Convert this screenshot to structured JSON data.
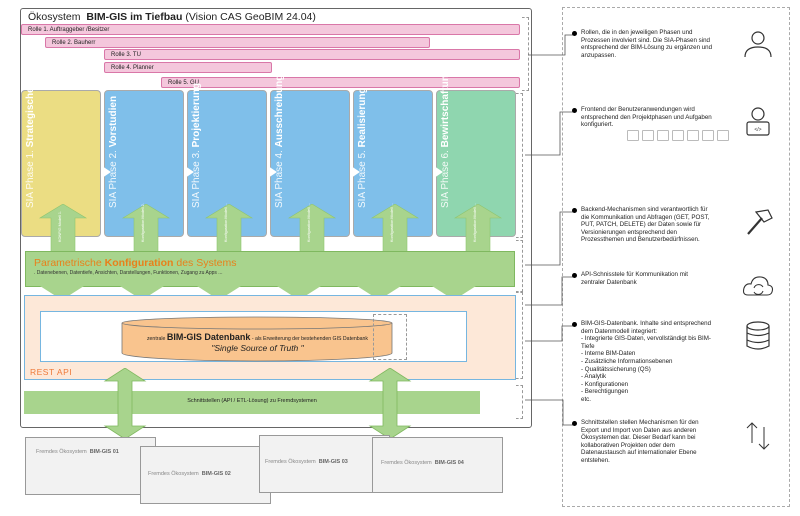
{
  "title": {
    "prefix": "Ökosystem",
    "bold": "BIM-GIS im Tiefbau",
    "suffix": "(Vision CAS GeoBIM 24.04)"
  },
  "roles": [
    {
      "label": "Rolle 1. Auftraggeber /Besitzer"
    },
    {
      "label": "Rolle 2. Bauherr"
    },
    {
      "label": "Rolle 3. TU"
    },
    {
      "label": "Rolle 4. Planner"
    },
    {
      "label": "Rolle 5. GU"
    }
  ],
  "phases": [
    {
      "prefix": "SIA Phase 1.",
      "name": "Strategische Planung",
      "color": "#ebdd83",
      "arrow_label": "KONFIG Modell 1."
    },
    {
      "prefix": "SIA Phase 2.",
      "name": "Vorstudien",
      "color": "#7fbfea",
      "arrow_label": "Konfiguration Modell 2."
    },
    {
      "prefix": "SIA Phase 3.",
      "name": "Projektierung",
      "color": "#7fbfea",
      "arrow_label": "Konfiguration Modell ..."
    },
    {
      "prefix": "SIA Phase 4.",
      "name": "Ausschreibung",
      "color": "#7fbfea",
      "arrow_label": "Konfiguration Modell ..."
    },
    {
      "prefix": "SIA Phase 5.",
      "name": "Realisierung",
      "color": "#7fbfea",
      "arrow_label": "Konfiguration Modell ..."
    },
    {
      "prefix": "SIA Phase 6.",
      "name": "Bewirtschaftung",
      "color": "#8fd6af",
      "arrow_label": "Konfiguration Modell ..."
    }
  ],
  "config": {
    "pre": "Parametrische ",
    "bold": "Konfiguration",
    "post": " des Systems",
    "sub": ". Datenebenen, Datentiefe, Ansichten, Darstellungen, Funktionen, Zugang zu Apps ..."
  },
  "database": {
    "pre": "zentrale ",
    "bold": "BIM-GIS Datenbank",
    "post": " - als Erweiterung der bestehenden GIS Datenbank",
    "tagline": "\"Single Source of Truth \""
  },
  "rest_api": "REST  API",
  "interfaces": "Schnittstellen (API / ETL-Lösung) zu Fremdsystemen",
  "foreign_systems": [
    {
      "pre": "Fremdes Ökosystem",
      "bold": "BIM-GIS 01"
    },
    {
      "pre": "Fremdes Ökosystem",
      "bold": "BIM-GIS 02"
    },
    {
      "pre": "Fremdes Ökosystem",
      "bold": "BIM-GIS 03"
    },
    {
      "pre": "Fremdes Ökosystem",
      "bold": "BIM-GIS 04"
    }
  ],
  "notes": [
    {
      "icon": "user-icon",
      "lines": [
        "Rollen, die in den jeweiligen Phasen und",
        "Prozessen involviert sind. Die SIA-Phasen sind",
        "entsprechend der BIM-Lösung zu ergänzen und",
        "anzupassen."
      ]
    },
    {
      "icon": "developer-laptop-icon",
      "lines": [
        "Frontend der Benutzeranwendungen wird",
        "entsprechend den Projektphasen und Aufgaben",
        "konfiguriert."
      ]
    },
    {
      "icon": "hammer-icon",
      "lines": [
        "Backend-Mechanismen sind verantwortlich für",
        "die Kommunikation und Abfragen (GET, POST,",
        "PUT, PATCH, DELETE) der Daten sowie für",
        "Versionierungen entsprechend den",
        "Prozessthemen und Benutzerbedürfnissen."
      ]
    },
    {
      "icon": "cloud-sync-icon",
      "lines": [
        "API-Schnisstele für Kommunikation mit",
        "zentraler Datenbank"
      ]
    },
    {
      "icon": "database-icon",
      "lines": [
        "BIM-GIS-Datenbank. Inhalte sind entsprechend",
        "dem Datenmodell integriert:",
        "- Integrierte GIS-Daten, vervollständigt bis BIM-",
        "Tiefe",
        "- Interne BIM-Daten",
        "- Zusätzliche Informationsebenen",
        "- Qualitätssicherung (QS)",
        "- Analytik",
        "- Konfigurationen",
        "- Berechtigungen",
        "etc."
      ]
    },
    {
      "icon": "up-down-arrows-icon",
      "lines": [
        "Schnittstellen stellen Mechanismen für den",
        "Export und Import von Daten aus anderen",
        "Ökosystemen dar. Dieser Bedarf kann  bei",
        "kollaborativen Projekten oder dem",
        "Datenaustausch auf internationaler Ebene",
        "entstehen."
      ]
    }
  ],
  "frontend_icons": [
    "mobile-app-icon",
    "code-window-icon",
    "cube-icon",
    "gears-icon",
    "clipboard-icon",
    "unlock-icon",
    "map-icon"
  ],
  "colors": {
    "role_fill": "#f4c7dc",
    "role_border": "#d977a8",
    "phase_yellow": "#ebdd83",
    "phase_blue": "#7fbfea",
    "phase_green": "#8fd6af",
    "config_green": "#a8d48d",
    "config_title": "#e8801b",
    "rest_bg": "#fde8d8",
    "rest_border": "#76b6e0",
    "db_fill": "#f9c48e",
    "rest_text": "#ee7a3a"
  }
}
